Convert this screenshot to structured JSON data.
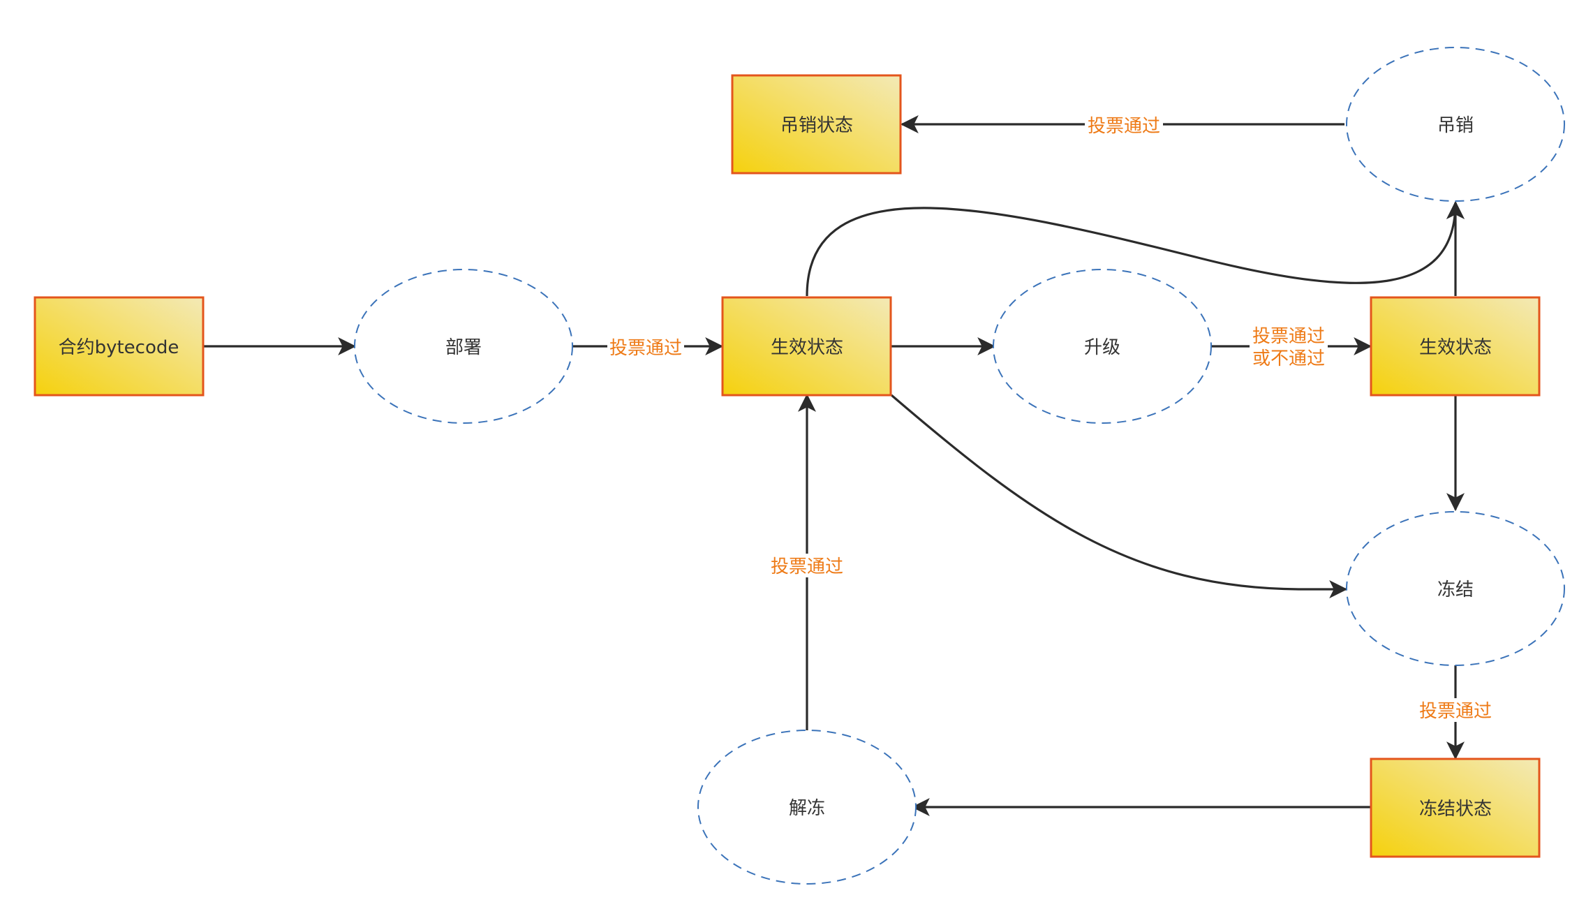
{
  "nodes": {
    "bytecode": {
      "label": "合约bytecode",
      "shape": "rect"
    },
    "deploy": {
      "label": "部署",
      "shape": "ellipse"
    },
    "effective_1": {
      "label": "生效状态",
      "shape": "rect"
    },
    "upgrade": {
      "label": "升级",
      "shape": "ellipse"
    },
    "effective_2": {
      "label": "生效状态",
      "shape": "rect"
    },
    "revoke": {
      "label": "吊销",
      "shape": "ellipse"
    },
    "revoked_state": {
      "label": "吊销状态",
      "shape": "rect"
    },
    "freeze": {
      "label": "冻结",
      "shape": "ellipse"
    },
    "frozen_state": {
      "label": "冻结状态",
      "shape": "rect"
    },
    "unfreeze": {
      "label": "解冻",
      "shape": "ellipse"
    }
  },
  "edges": {
    "deploy_to_effective": {
      "label": "投票通过"
    },
    "upgrade_to_effective2": {
      "label_line1": "投票通过",
      "label_line2": "或不通过"
    },
    "revoke_to_revoked": {
      "label": "投票通过"
    },
    "freeze_to_frozen": {
      "label": "投票通过"
    },
    "unfreeze_to_effective": {
      "label": "投票通过"
    }
  },
  "colors": {
    "rect_fill_start": "#f5d10e",
    "rect_fill_end": "#f3e6a8",
    "rect_border": "#e3551c",
    "ellipse_border": "#3b73b9",
    "edge_stroke": "#2b2b2b",
    "edge_label": "#ee7a16",
    "node_text": "#333333"
  }
}
